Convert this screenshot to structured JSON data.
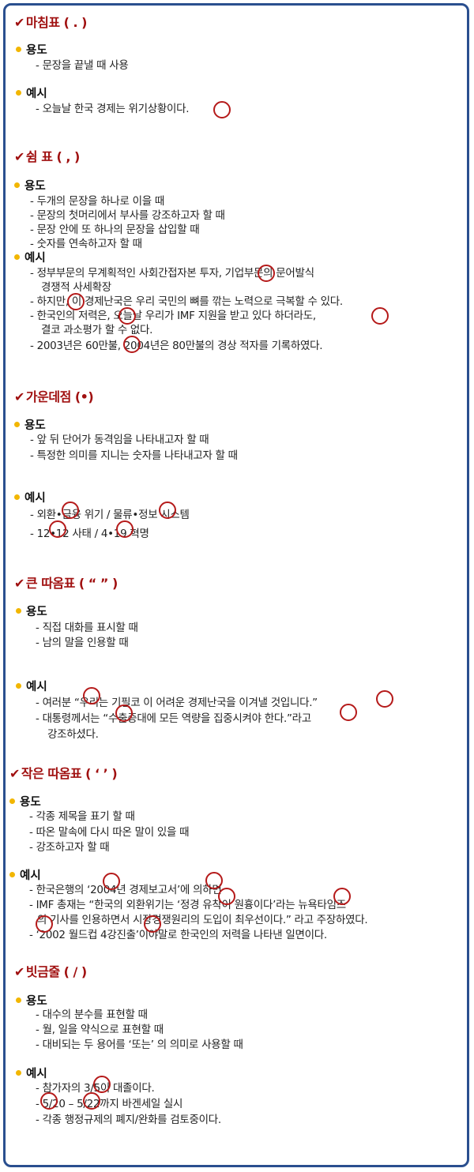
{
  "sections": [
    {
      "title": "마침표 ( . )",
      "usage_label": "용도",
      "usage": [
        "- 문장을 끝낼 때 사용"
      ],
      "example_label": "예시",
      "examples": [
        "- 오늘날 한국 경제는 위기상황이다."
      ]
    },
    {
      "title": "쉼 표 ( , )",
      "usage_label": "용도",
      "usage": [
        "- 두개의 문장을 하나로 이을 때",
        "- 문장의 첫머리에서 부사를 강조하고자 할 때",
        "- 문장 안에 또 하나의 문장을 삽입할 때",
        "- 숫자를 연속하고자 할 때"
      ],
      "example_label": "예시",
      "examples": [
        "- 정부부문의 무계획적인 사회간접자본 투자, 기업부문의 문어발식",
        "경쟁적 사세확장",
        "- 하지만, 이 경제난국은 우리 국민의 뼈를 깎는 노력으로 극복할 수 있다.",
        "- 한국인의 저력은, 오늘날 우리가 IMF 지원을 받고 있다 하더라도,",
        "결코 과소평가 할 수 없다.",
        "- 2003년은 60만불, 2004년은 80만불의 경상 적자를 기록하였다."
      ]
    },
    {
      "title": "가운데점 (•)",
      "usage_label": "용도",
      "usage": [
        "- 앞 뒤 단어가 동격임을 나타내고자 할 때",
        "- 특정한 의미를 지니는 숫자를 나타내고자 할 때"
      ],
      "example_label": "예시",
      "examples": [
        "- 외환•금융 위기 / 물류•정보 시스템",
        "- 12•12 사태 / 4•19 혁명"
      ]
    },
    {
      "title": "큰 따옴표 (  “  ”  )",
      "usage_label": "용도",
      "usage": [
        "- 직접 대화를 표시할 때",
        "- 남의 말을 인용할 때"
      ],
      "example_label": "예시",
      "examples": [
        "- 여러분  “우리는 기필코 이 어려운 경제난국을 이겨낼 것입니다.”",
        "- 대통령께서는  “수출증대에 모든 역량을 집중시켜야 한다.”라고",
        "강조하셨다."
      ]
    },
    {
      "title": "작은 따옴표 (  ‘  ’  )",
      "usage_label": "용도",
      "usage": [
        "- 각종 제목을 표기 할 때",
        "- 따온 말속에 다시 따온 말이 있을 때",
        "- 강조하고자 할 때"
      ],
      "example_label": "예시",
      "examples": [
        "- 한국은행의  ‘2004년 경제보고서’에 의하면",
        "- IMF 총재는  “한국의 외환위기는  ‘정경 유착이 원흉이다’라는 뉴욕타임즈",
        "의 기사를 인용하면서 시장경쟁원리의 도입이 최우선이다.”  라고 주장하였다.",
        "- ‘2002 월드컵 4강진출’이야말로 한국인의 저력을 나타낸 일면이다."
      ]
    },
    {
      "title": "빗금줄 (  /  )",
      "usage_label": "용도",
      "usage": [
        "- 대수의 분수를 표현할 때",
        "- 월, 일을 약식으로 표현할 때",
        "- 대비되는 두 용어를  ‘또는’  의 의미로 사용할 때"
      ],
      "example_label": "예시",
      "examples": [
        "- 참가자의 3/5이 대졸이다.",
        "- 5/20 – 5/22까지 바겐세일 실시",
        "- 각종 행정규제의 폐지/완화를 검토중이다."
      ]
    }
  ],
  "colors": {
    "frame": "#2a4f8f",
    "heading": "#a01010",
    "bullet": "#f2b600",
    "circle": "#b51a1a"
  },
  "icons": [
    "check-mark-icon",
    "bullet-dot-icon",
    "annotation-circle-icon"
  ]
}
